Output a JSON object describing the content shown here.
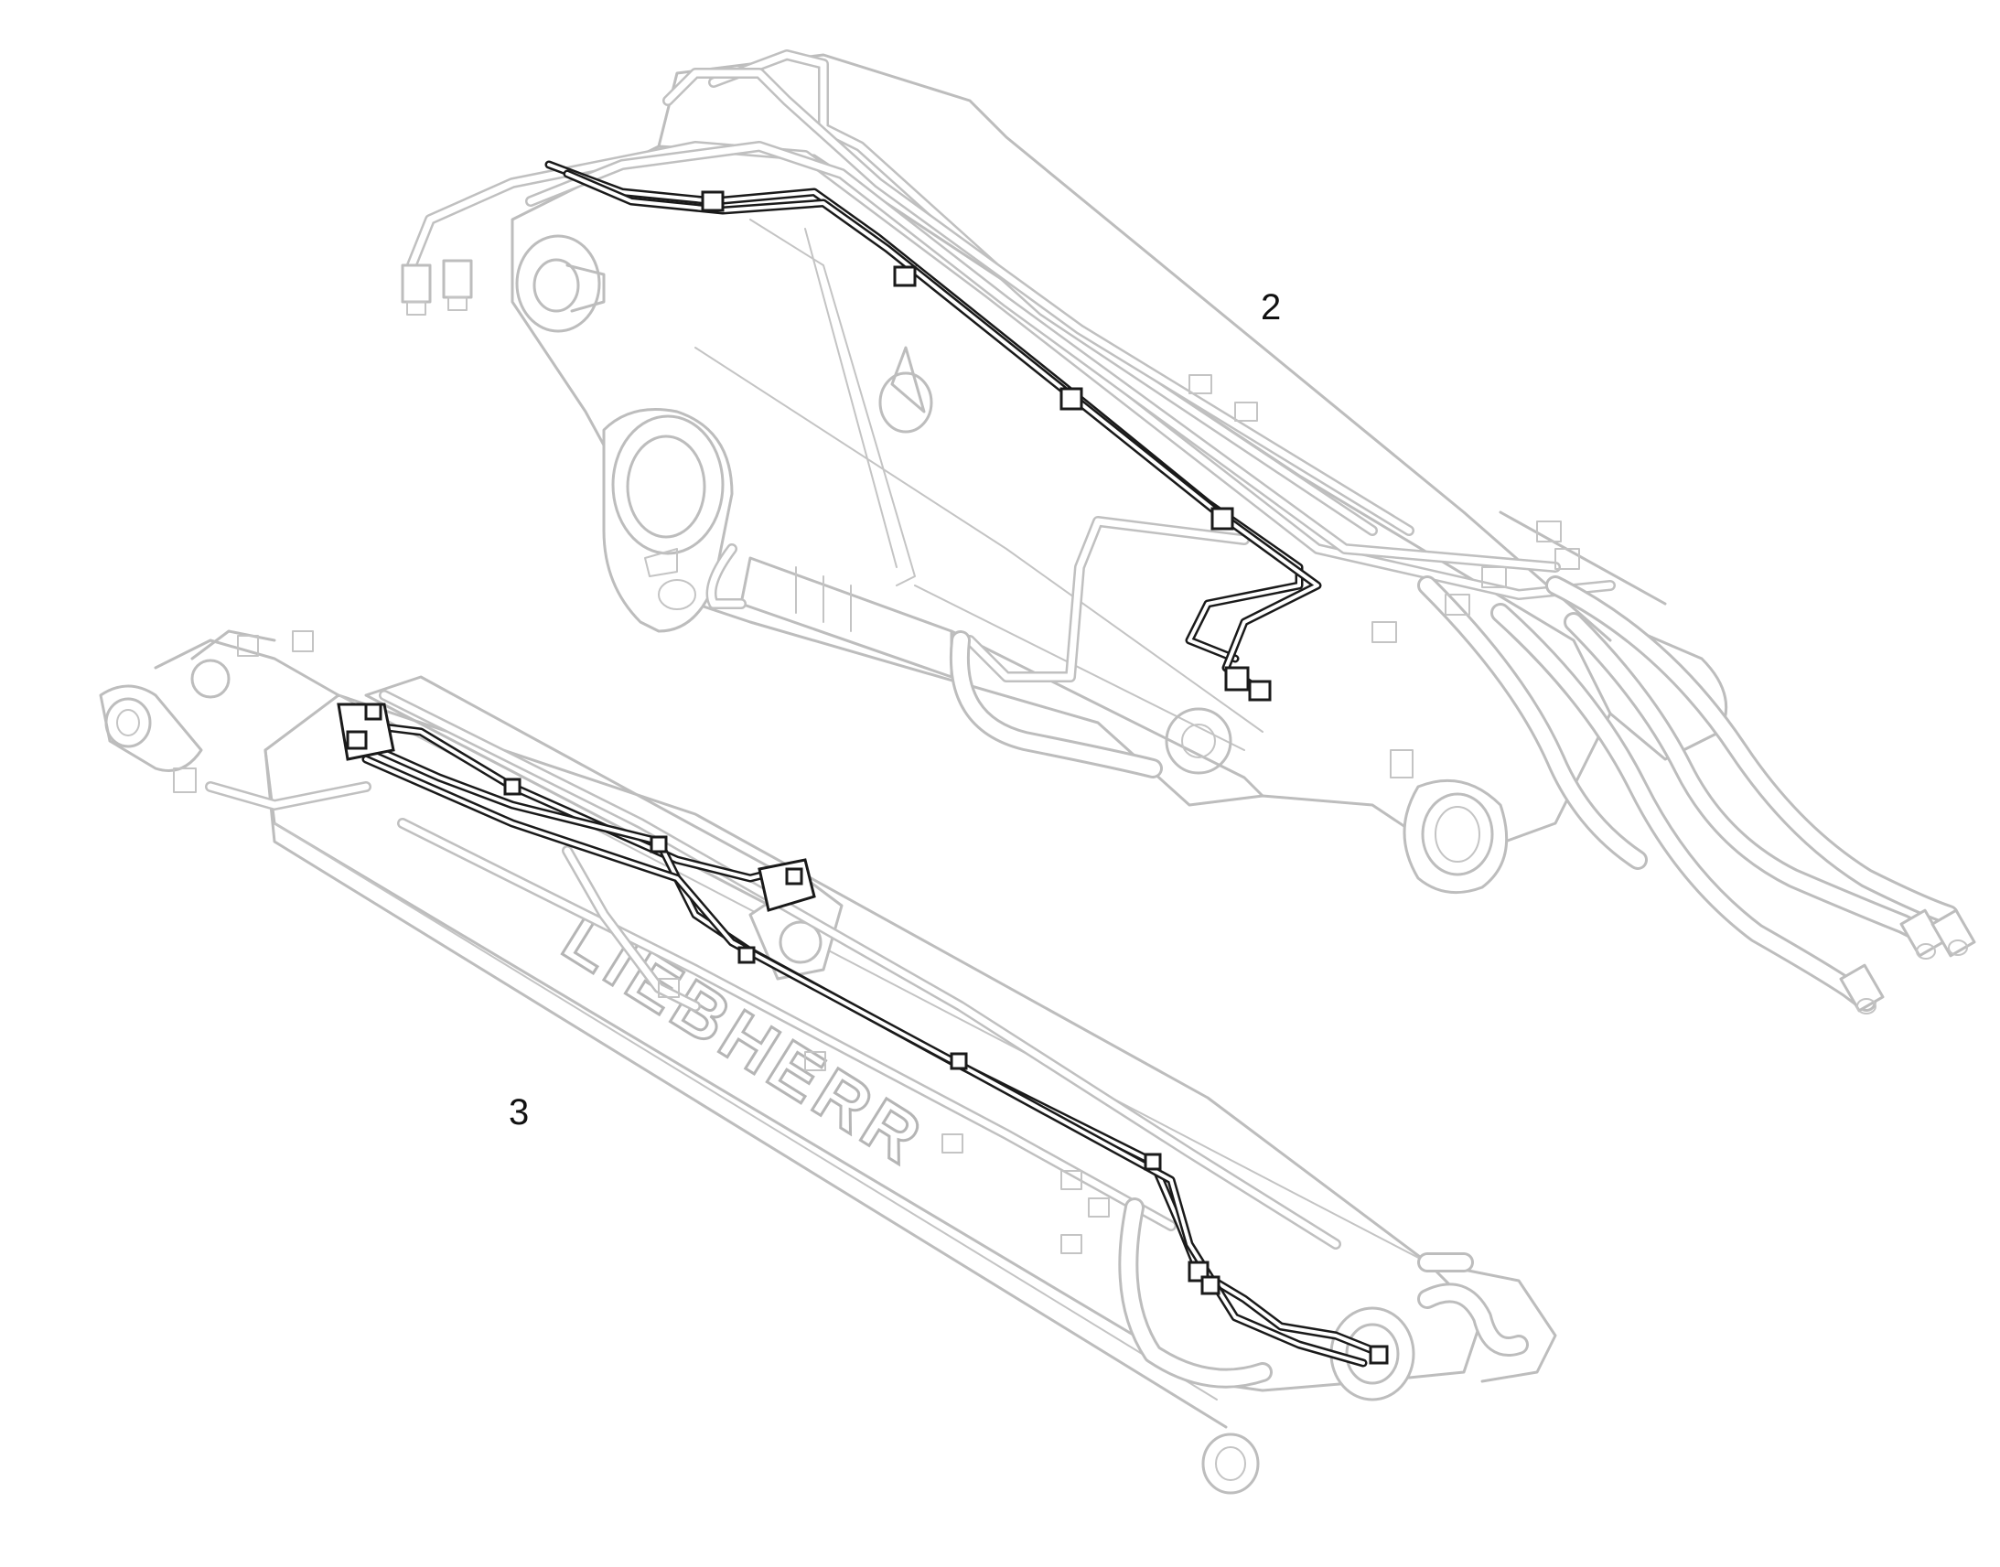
{
  "diagram": {
    "callouts": {
      "item_2": "2",
      "item_3": "3"
    },
    "brand_logo_text": "LIEBHERR",
    "colors": {
      "background": "#ffffff",
      "context_outline": "#bdbdbd",
      "highlighted_lines": "#1a1a1a",
      "callout_text": "#111111"
    },
    "highlighted_components": [
      {
        "ref": "2",
        "name": "boom-hose-lines"
      },
      {
        "ref": "3",
        "name": "stick-hose-lines"
      }
    ]
  }
}
